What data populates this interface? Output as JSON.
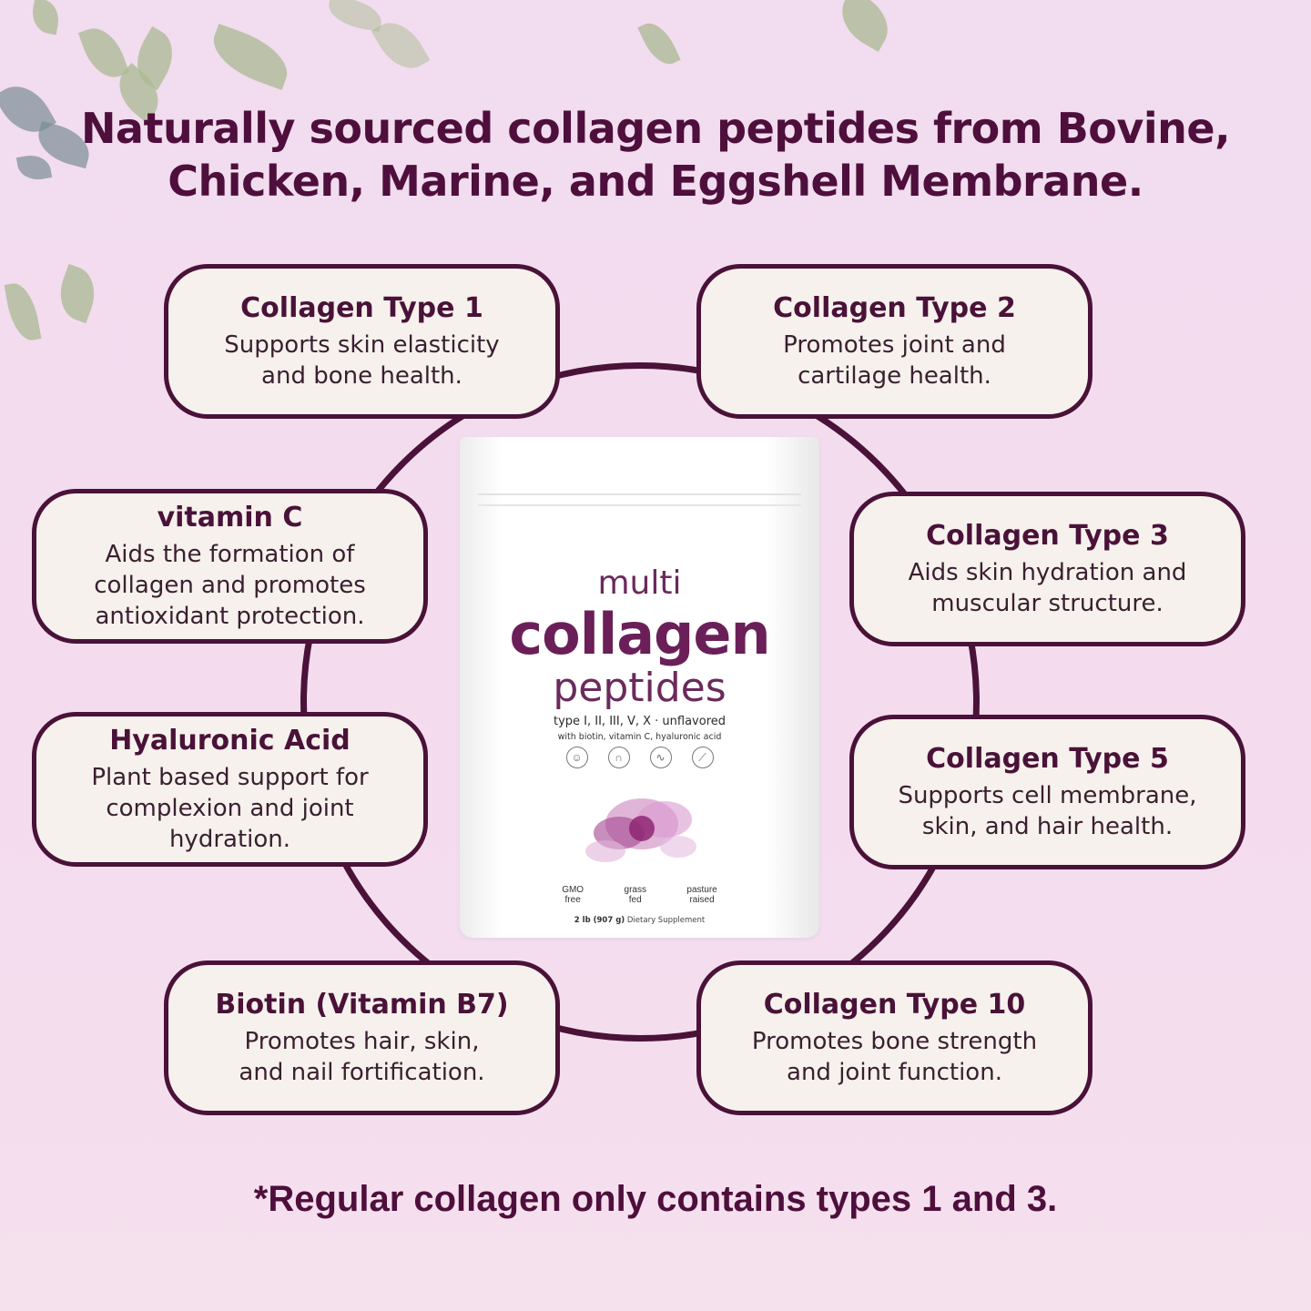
{
  "headline": "Naturally sourced collagen peptides from Bovine, Chicken, Marine, and Eggshell Membrane.",
  "colors": {
    "background": "#f2dcef",
    "accent_plum": "#4a1238",
    "card_fill": "#f6f1ec",
    "body_text": "#3a1f30"
  },
  "cards": [
    {
      "id": "type1",
      "title": "Collagen Type 1",
      "desc": "Supports skin elasticity\nand bone health."
    },
    {
      "id": "type2",
      "title": "Collagen Type 2",
      "desc": "Promotes joint and\ncartilage health."
    },
    {
      "id": "vitc",
      "title": "vitamin C",
      "desc": "Aids the formation of\ncollagen and promotes\nantioxidant protection."
    },
    {
      "id": "type3",
      "title": "Collagen Type 3",
      "desc": "Aids skin hydration and\nmuscular structure."
    },
    {
      "id": "hyaluronic",
      "title": "Hyaluronic Acid",
      "desc": "Plant based support for\ncomplexion and joint\nhydration."
    },
    {
      "id": "type5",
      "title": "Collagen Type 5",
      "desc": "Supports cell membrane,\nskin, and hair health."
    },
    {
      "id": "biotin",
      "title": "Biotin (Vitamin B7)",
      "desc": "Promotes hair, skin,\nand nail fortification."
    },
    {
      "id": "type10",
      "title": "Collagen Type 10",
      "desc": "Promotes bone strength\nand joint function."
    }
  ],
  "product": {
    "line1": "multi",
    "line2": "collagen",
    "line3": "peptides",
    "types": "type I, II, III, V, X · unflavored",
    "with": "with biotin, vitamin C, hyaluronic acid",
    "icons": [
      "face-icon",
      "nail-icon",
      "hair-icon",
      "joint-icon"
    ],
    "badges": [
      "GMO\nfree",
      "grass\nfed",
      "pasture\nraised"
    ],
    "weight": "2 lb (907 g)",
    "supplement": "Dietary Supplement"
  },
  "footnote": "*Regular collagen only contains types 1 and 3."
}
